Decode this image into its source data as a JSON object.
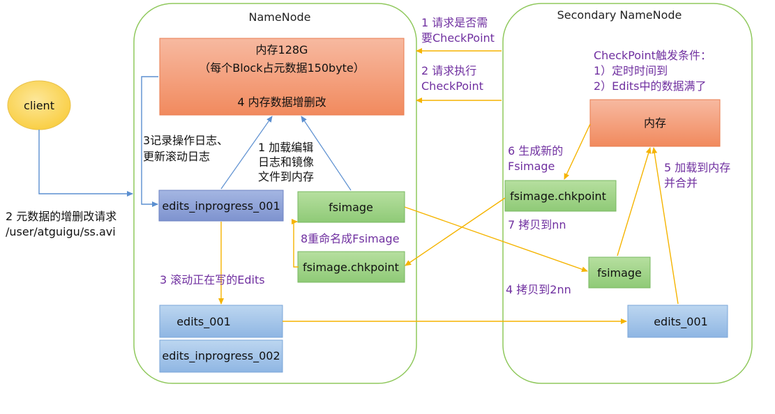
{
  "namenode": {
    "title": "NameNode",
    "memory_box": {
      "line1": "内存128G",
      "line2": "（每个Block占元数据150byte）",
      "line3": "4 内存数据增删改"
    },
    "edits_inprogress_001": "edits_inprogress_001",
    "fsimage": "fsimage",
    "fsimage_chkpoint": "fsimage.chkpoint",
    "edits_001": "edits_001",
    "edits_inprogress_002": "edits_inprogress_002"
  },
  "secondary": {
    "title": "Secondary NameNode",
    "condition_title": "CheckPoint触发条件：",
    "condition_1": "1）定时时间到",
    "condition_2": "2）Edits中的数据满了",
    "memory": "内存",
    "fsimage_chkpoint": "fsimage.chkpoint",
    "fsimage": "fsimage",
    "edits_001": "edits_001"
  },
  "client": {
    "label": "client"
  },
  "labels": {
    "step1_a": "1 请求是否需",
    "step1_b": "要CheckPoint",
    "step2_a": "2 请求执行",
    "step2_b": "CheckPoint",
    "log_a": "3记录操作日志、",
    "log_b": "更新滚动日志",
    "load_a": "1 加载编辑",
    "load_b": "日志和镜像",
    "load_c": "文件到内存",
    "rename": "8重命名成Fsimage",
    "roll": "3 滚动正在写的Edits",
    "gen_a": "6 生成新的",
    "gen_b": "Fsimage",
    "copy_nn": "7 拷贝到nn",
    "copy_2nn": "4 拷贝到2nn",
    "merge_a": "5 加载到内存",
    "merge_b": "并合并",
    "request_a": "2 元数据的增删改请求",
    "request_b": "/user/atguigu/ss.avi"
  },
  "colors": {
    "container_border": "#8fc85c",
    "memory_fill": "#f59b78",
    "edits_blue": "#9fc3e8",
    "edits_inprogress": "#8ea5d8",
    "fsimage_green": "#9dd18c",
    "client_fill": "#fbd865",
    "arrow_orange": "#f5b400",
    "arrow_blue": "#6f9fd8",
    "label_purple": "#7030a0"
  }
}
